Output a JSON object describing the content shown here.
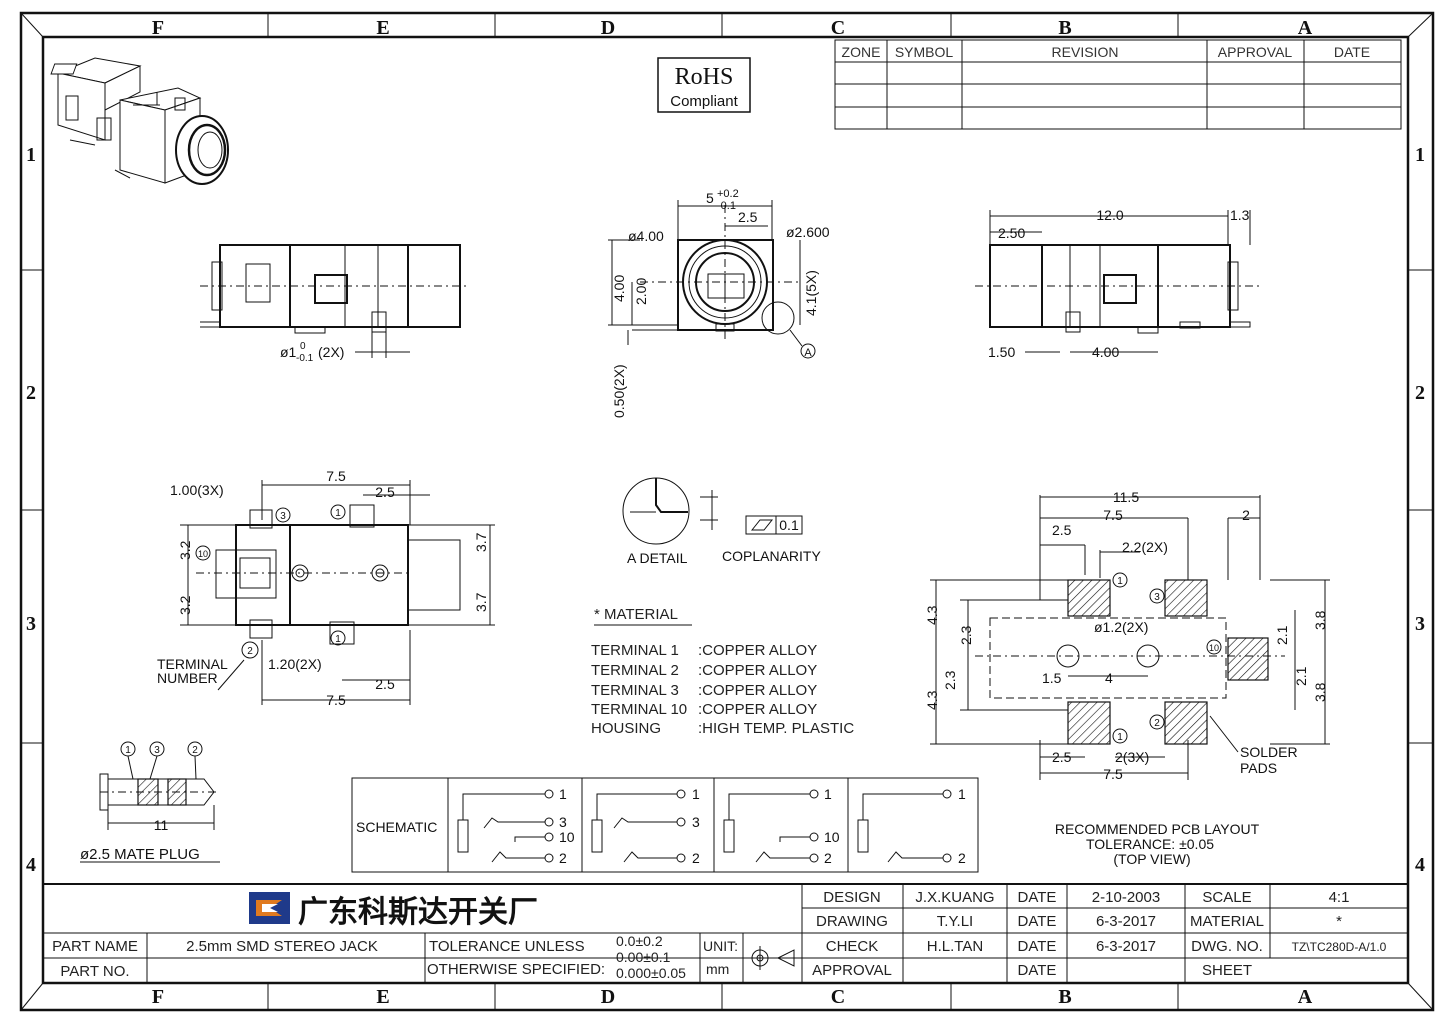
{
  "zones": {
    "top": [
      "F",
      "E",
      "D",
      "C",
      "B",
      "A"
    ],
    "bottom": [
      "F",
      "E",
      "D",
      "C",
      "B",
      "A"
    ],
    "left": [
      "1",
      "2",
      "3",
      "4"
    ],
    "right": [
      "1",
      "2",
      "3",
      "4"
    ]
  },
  "rohs": {
    "line1": "RoHS",
    "line2": "Compliant"
  },
  "revision_table": {
    "headers": [
      "ZONE",
      "SYMBOL",
      "REVISION",
      "APPROVAL",
      "DATE"
    ]
  },
  "dims": {
    "front_dia": "ø1",
    "front_dia_tol_top": "0",
    "front_dia_tol_bot": "-0.1",
    "front_dia_count": "(2X)",
    "end_5": "5",
    "end_5_tol_top": "+0.2",
    "end_5_tol_bot": "-0.1",
    "end_2_5": "2.5",
    "end_dia400": "ø4.00",
    "end_dia2600": "ø2.600",
    "end_4_00": "4.00",
    "end_2_00": "2.00",
    "end_4_1": "4.1(5X)",
    "end_0_50": "0.50(2X)",
    "end_A": "A",
    "side_12": "12.0",
    "side_1_3": "1.3",
    "side_2_50": "2.50",
    "side_1_50": "1.50",
    "side_4_00": "4.00",
    "top_7_5a": "7.5",
    "top_2_5a": "2.5",
    "top_1_00": "1.00(3X)",
    "top_3_2a": "3.2",
    "top_3_2b": "3.2",
    "top_3_7a": "3.7",
    "top_3_7b": "3.7",
    "top_1_20": "1.20(2X)",
    "top_2_5b": "2.5",
    "top_7_5b": "7.5",
    "term_label1": "TERMINAL",
    "term_label2": "NUMBER",
    "pcb_11_5": "11.5",
    "pcb_7_5": "7.5",
    "pcb_2": "2",
    "pcb_2_5": "2.5",
    "pcb_2_2": "2.2(2X)",
    "pcb_dia": "ø1.2(2X)",
    "pcb_4_3a": "4.3",
    "pcb_2_3a": "2.3",
    "pcb_2_3b": "2.3",
    "pcb_4_3b": "4.3",
    "pcb_1_5": "1.5",
    "pcb_4": "4",
    "pcb_2_1a": "2.1",
    "pcb_2_1b": "2.1",
    "pcb_3_8a": "3.8",
    "pcb_3_8b": "3.8",
    "pcb_2_5b": "2.5",
    "pcb_2_3x": "2(3X)",
    "pcb_7_5b": "7.5",
    "solder1": "SOLDER",
    "solder2": "PADS",
    "plug_11": "11",
    "coplan_val": "0.1"
  },
  "circle_labels": [
    "1",
    "2",
    "3",
    "10"
  ],
  "a_detail": "A DETAIL",
  "coplanarity": "COPLANARITY",
  "material": {
    "title": "* MATERIAL",
    "rows": [
      {
        "k": "TERMINAL 1",
        "v": ":COPPER ALLOY"
      },
      {
        "k": "TERMINAL 2",
        "v": ":COPPER ALLOY"
      },
      {
        "k": "TERMINAL 3",
        "v": ":COPPER ALLOY"
      },
      {
        "k": "TERMINAL 10",
        "v": ":COPPER ALLOY"
      },
      {
        "k": "HOUSING",
        "v": ":HIGH TEMP. PLASTIC"
      }
    ]
  },
  "mate_plug": "ø2.5 MATE PLUG",
  "schematic_label": "SCHEMATIC",
  "pcb_note": {
    "l1": "RECOMMENDED PCB LAYOUT",
    "l2": "TOLERANCE: ±0.05",
    "l3": "(TOP VIEW)"
  },
  "title_block": {
    "company": "广东科斯达开关厂",
    "part_name_label": "PART NAME",
    "part_name": "2.5mm SMD STEREO JACK",
    "part_no_label": "PART NO.",
    "tol_label1": "TOLERANCE UNLESS",
    "tol_label2": "OTHERWISE SPECIFIED:",
    "tol1": "0.0±0.2",
    "tol2": "0.00±0.1",
    "tol3": "0.000±0.05",
    "unit_label": "UNIT:",
    "unit": "mm",
    "rows": [
      {
        "role": "DESIGN",
        "name": "J.X.KUANG",
        "dl": "DATE",
        "date": "2-10-2003",
        "k": "SCALE",
        "v": "4:1"
      },
      {
        "role": "DRAWING",
        "name": "T.Y.LI",
        "dl": "DATE",
        "date": "6-3-2017",
        "k": "MATERIAL",
        "v": "*"
      },
      {
        "role": "CHECK",
        "name": "H.L.TAN",
        "dl": "DATE",
        "date": "6-3-2017",
        "k": "DWG. NO.",
        "v": "TZ\\TC280D-A/1.0"
      },
      {
        "role": "APPROVAL",
        "name": "",
        "dl": "DATE",
        "date": "",
        "k": "SHEET",
        "v": ""
      }
    ]
  },
  "colors": {
    "line": "#111111",
    "logo_blue": "#1f3a8a",
    "logo_orange": "#e07a1f"
  }
}
